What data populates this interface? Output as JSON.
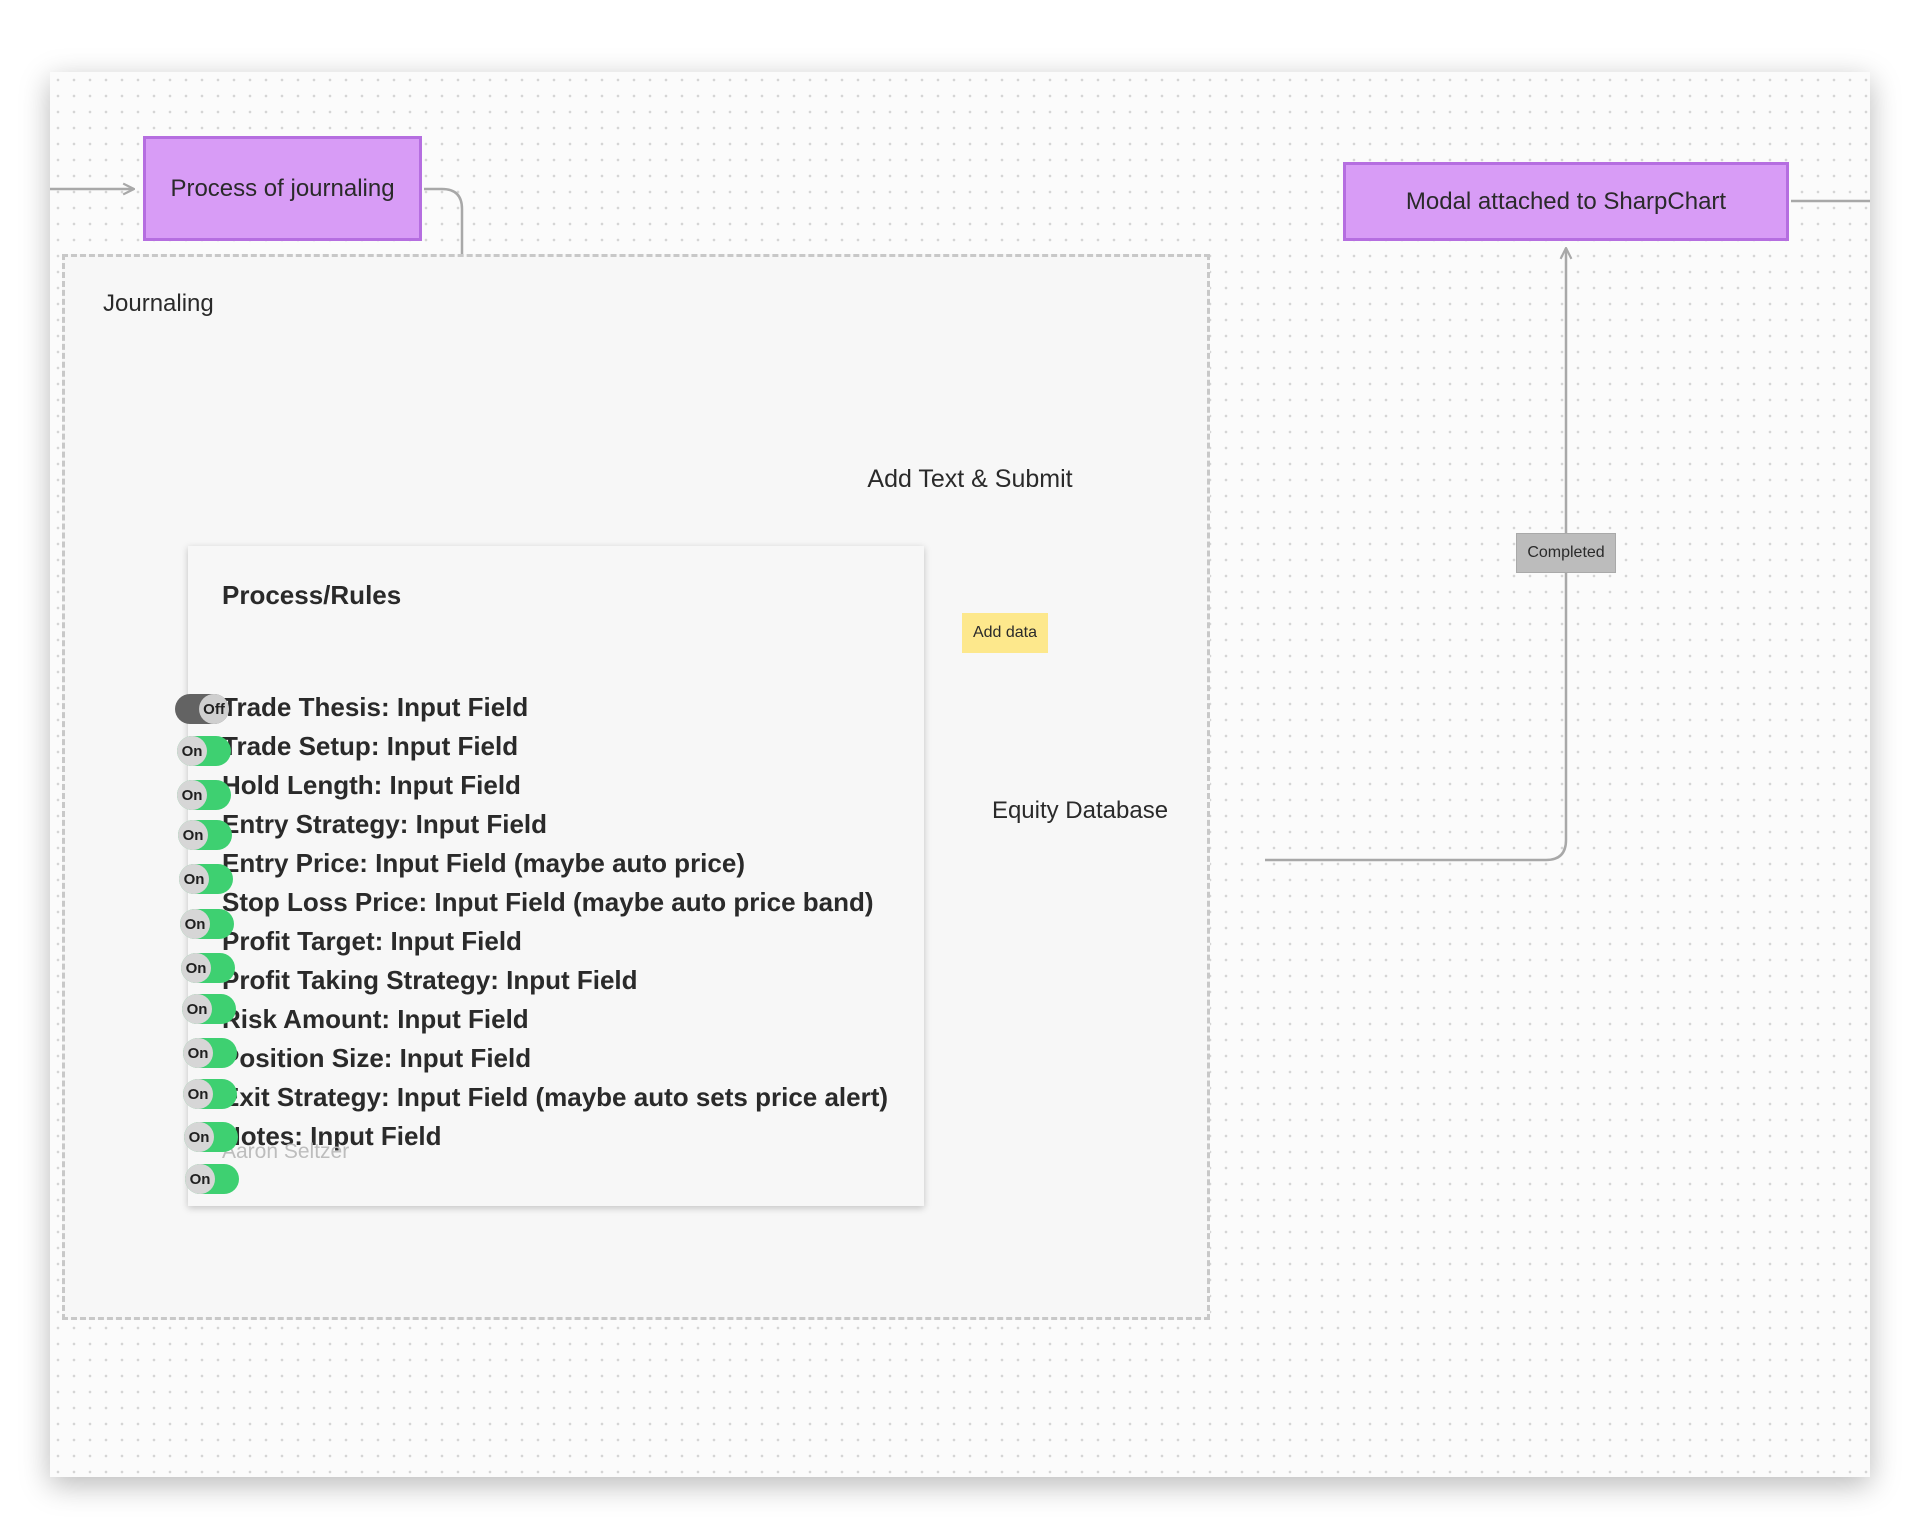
{
  "nodes": {
    "process_journaling": "Process of journaling",
    "modal_sharpchart": "Modal attached to SharpChart",
    "group_label": "Journaling",
    "add_text_submit": "Add Text & Submit",
    "equity_database": "Equity Database"
  },
  "edge_labels": {
    "add_data": "Add data",
    "completed": "Completed"
  },
  "sticky_note": {
    "title": "Process/Rules",
    "author": "Aaron Seltzer",
    "rules": [
      {
        "text": "Trade Thesis: Input Field",
        "toggle": "Off"
      },
      {
        "text": "Trade Setup: Input Field",
        "toggle": "On"
      },
      {
        "text": "Hold Length: Input Field",
        "toggle": "On"
      },
      {
        "text": "Entry Strategy: Input Field",
        "toggle": "On"
      },
      {
        "text": "Entry Price: Input Field  (maybe auto price)",
        "toggle": "On"
      },
      {
        "text": "Stop Loss Price: Input Field  (maybe auto price band)",
        "toggle": "On"
      },
      {
        "text": "Profit Target: Input Field",
        "toggle": "On"
      },
      {
        "text": "Profit Taking Strategy: Input Field",
        "toggle": "On"
      },
      {
        "text": "Risk Amount: Input Field",
        "toggle": "On"
      },
      {
        "text": "Position Size: Input Field",
        "toggle": "On"
      },
      {
        "text": "Exit Strategy: Input Field  (maybe auto sets price alert)",
        "toggle": "On"
      },
      {
        "text": "Notes: Input Field",
        "toggle": "On"
      }
    ]
  },
  "colors": {
    "process_fill": "#d89cf6",
    "process_border": "#b56ee0",
    "input_fill": "#82b3fc",
    "input_border": "#4a7fd0",
    "database_fill": "#fdd135",
    "database_border": "#d8a91c",
    "connector": "#a8a8a8",
    "data_link": "#f3cf3a",
    "toggle_on": "#3ed071",
    "toggle_off": "#636363"
  }
}
